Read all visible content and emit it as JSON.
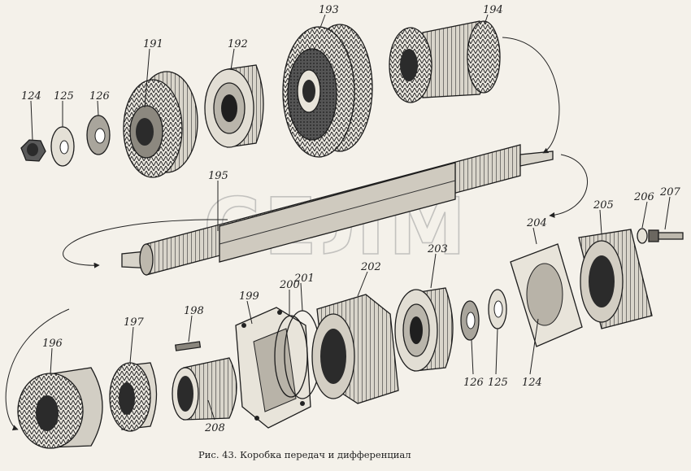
{
  "caption": "Рис. 43. Коробка передач и дифференциал",
  "watermark": "СЕЛМ",
  "part_numbers": {
    "p124a": "124",
    "p125a": "125",
    "p126a": "126",
    "p191": "191",
    "p192": "192",
    "p193": "193",
    "p194": "194",
    "p195": "195",
    "p196": "196",
    "p197": "197",
    "p198": "198",
    "p199": "199",
    "p200": "200",
    "p201": "201",
    "p202": "202",
    "p203": "203",
    "p126b": "126",
    "p125b": "125",
    "p124b": "124",
    "p204": "204",
    "p205": "205",
    "p206": "206",
    "p207": "207",
    "p208": "208"
  }
}
